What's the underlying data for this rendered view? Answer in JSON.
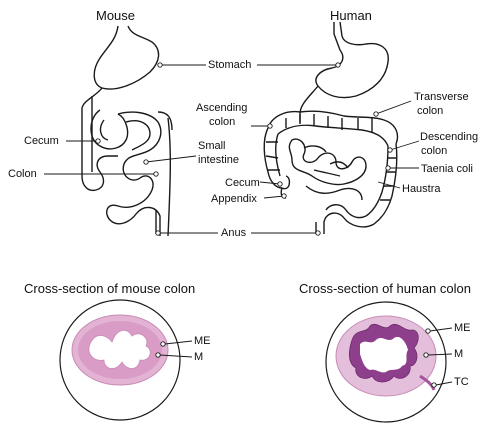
{
  "headers": {
    "mouse": "Mouse",
    "human": "Human",
    "cross_mouse": "Cross-section of mouse colon",
    "cross_human": "Cross-section of human colon"
  },
  "labels": {
    "stomach": "Stomach",
    "ascending_line1": "Ascending",
    "ascending_line2": "colon",
    "transverse_line1": "Transverse",
    "transverse_line2": "colon",
    "descending_line1": "Descending",
    "descending_line2": "colon",
    "small_intestine_line1": "Small",
    "small_intestine_line2": "intestine",
    "cecum_mouse": "Cecum",
    "colon_mouse": "Colon",
    "cecum_human": "Cecum",
    "appendix": "Appendix",
    "taenia_coli": "Taenia coli",
    "haustra": "Haustra",
    "anus": "Anus",
    "me_mouse": "ME",
    "m_mouse": "M",
    "me_human": "ME",
    "m_human": "M",
    "tc_human": "TC"
  },
  "colors": {
    "line": "#1a1a1a",
    "tissue_light": "#e8c4dc",
    "tissue_pink": "#d79cc4",
    "mucosa_human": "#8e3f8c",
    "lumen": "#ffffff"
  }
}
